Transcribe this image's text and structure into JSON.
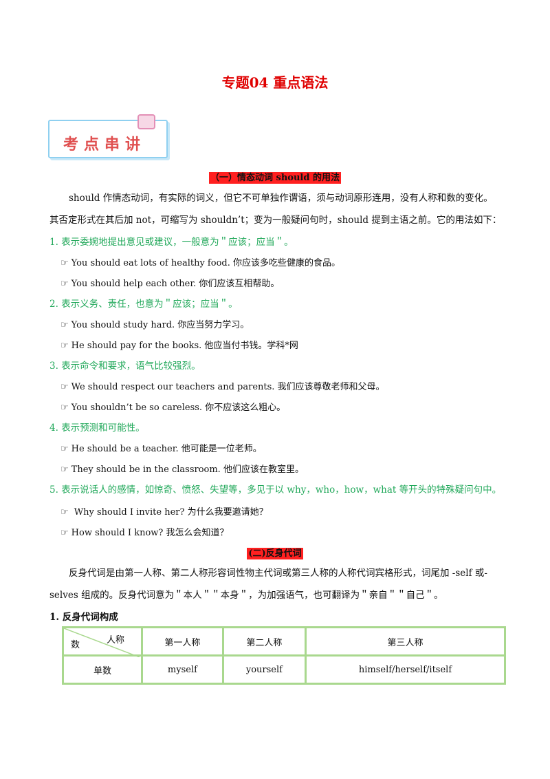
{
  "title": "专题04  重点语法",
  "badge": "考点串讲",
  "section1": {
    "heading": "（一）情态动词 should 的用法",
    "intro1": "should  作情态动词，有实际的词义，但它不可单独作谓语，须与动词原形连用，没有人称和数的变化。",
    "intro2": "其否定形式在其后加 not，可缩写为 shouldn’t；变为一般疑问句时，should  提到主语之前。它的用法如下：",
    "items": [
      {
        "point": "1.  表示委婉地提出意见或建议，一般意为＂应该；应当＂。",
        "examples": [
          "You should eat lots of healthy food.  你应该多吃些健康的食品。",
          "You should help each other.  你们应该互相帮助。"
        ]
      },
      {
        "point": "2.  表示义务、责任，也意为＂应该；应当＂。",
        "examples": [
          "You should study hard.  你应当努力学习。",
          "He should pay for the books.  他应当付书钱。学科*网"
        ]
      },
      {
        "point": "3.  表示命令和要求，语气比较强烈。",
        "examples": [
          "We should respect our teachers and parents.  我们应该尊敬老师和父母。",
          "You shouldn’t be so careless.  你不应该这么粗心。"
        ]
      },
      {
        "point": "4.  表示预测和可能性。",
        "examples": [
          "He should be a teacher.  他可能是一位老师。",
          "They should be in the classroom.  他们应该在教室里。"
        ]
      },
      {
        "point": "5.  表示说话人的感情，如惊奇、愤怒、失望等，多见于以 why，who，how，what 等开头的特殊疑问句中。",
        "examples": [
          " Why should I invite her?  为什么我要邀请她？",
          "How should I know?  我怎么会知道？"
        ]
      }
    ]
  },
  "section2": {
    "heading": "(二)反身代词",
    "intro1": "反身代词是由第一人称、第二人称形容词性物主代词或第三人称的人称代词宾格形式，词尾加 -self 或-",
    "intro2": "selves 组成的。反身代词意为＂本人＂＂本身＂，为加强语气，也可翻译为＂亲自＂＂自己＂。",
    "sub1": "1.  反身代词构成",
    "table": {
      "corner_top": "人称",
      "corner_bottom": "数",
      "headers": [
        "第一人称",
        "第二人称",
        "第三人称"
      ],
      "rows": [
        {
          "label": "单数",
          "cells": [
            "myself",
            "yourself",
            "himself/herself/itself"
          ]
        }
      ]
    }
  },
  "icons": {
    "hand": "pointing-hand-icon",
    "hand_glyph": "☞"
  },
  "colors": {
    "title": "#e00000",
    "point": "#21a85a",
    "highlight": "#ff2020",
    "table_border": "#a9d88e"
  }
}
